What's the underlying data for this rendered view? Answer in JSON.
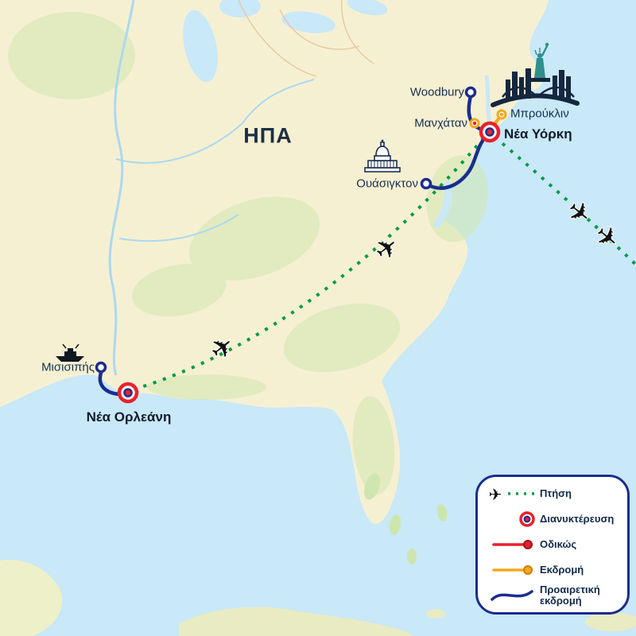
{
  "map": {
    "country_label": "ΗΠΑ",
    "labels": {
      "woodbury": "Woodbury",
      "manhattan": "Μανχάταν",
      "brooklyn": "Μπρούκλιν",
      "new_york": "Νέα Υόρκη",
      "washington": "Ουάσιγκτον",
      "mississippi": "Μισισιπής",
      "new_orleans": "Νέα Ορλεάνη"
    }
  },
  "icons": {
    "plane": "✈"
  },
  "legend": {
    "items": [
      {
        "id": "flight",
        "label": "Πτήση"
      },
      {
        "id": "overnight",
        "label": "Διανυκτέρευση"
      },
      {
        "id": "road",
        "label": "Οδικώς"
      },
      {
        "id": "excursion",
        "label": "Εκδρομή"
      },
      {
        "id": "optional-excursion",
        "label": "Προαιρετική εκδρομή"
      }
    ]
  },
  "colors": {
    "sea": "#c9e8f8",
    "land": "#f6f0d2",
    "terrain_green": "#d2e7b0",
    "flight_green": "#009b4a",
    "route_blue": "#1b2d8f",
    "route_red": "#e8222d",
    "route_orange": "#f5a81c"
  }
}
